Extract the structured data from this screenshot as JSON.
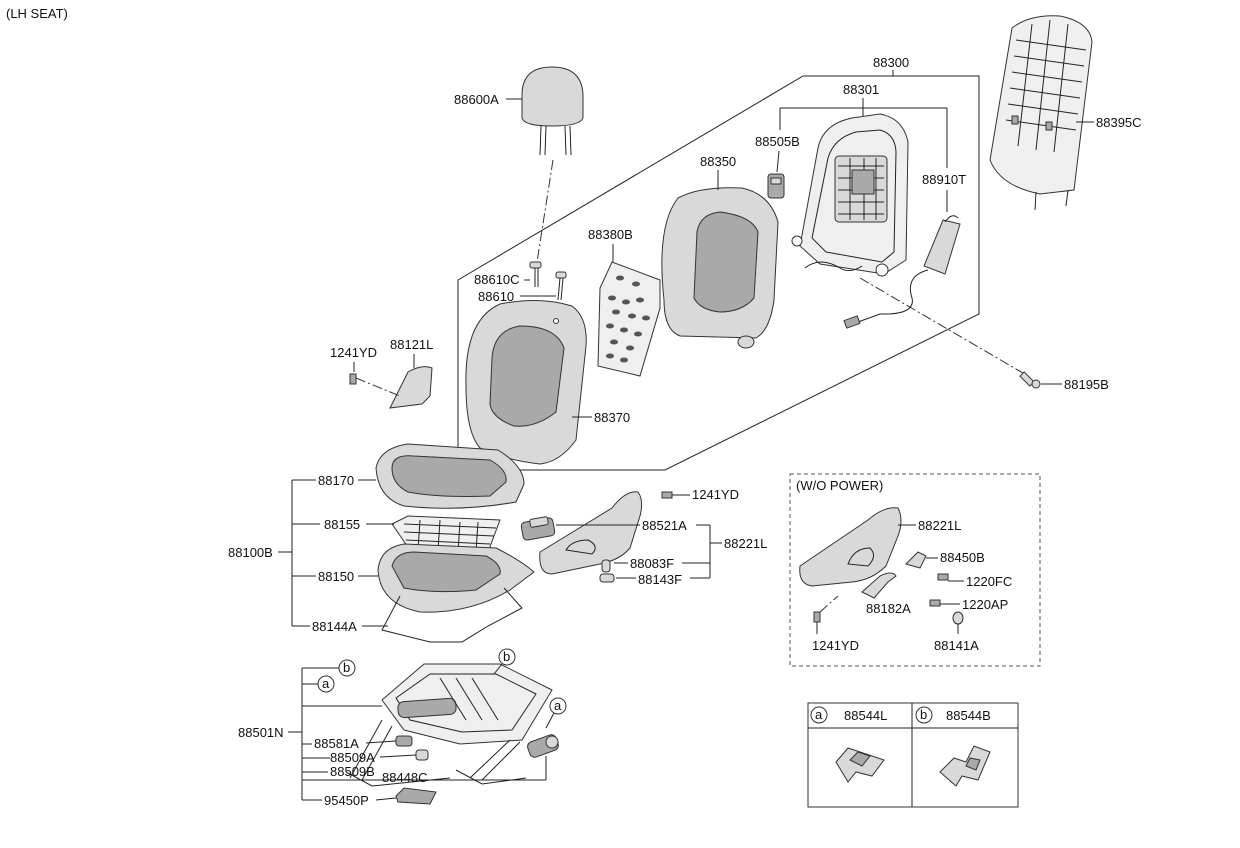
{
  "header": "(LH SEAT)",
  "labels": {
    "p88600A": "88600A",
    "p88300": "88300",
    "p88301": "88301",
    "p88505B": "88505B",
    "p88350": "88350",
    "p88910T": "88910T",
    "p88395C": "88395C",
    "p88380B": "88380B",
    "p88610C": "88610C",
    "p88610": "88610",
    "p1241YD_a": "1241YD",
    "p88121L": "88121L",
    "p88370": "88370",
    "p88195B": "88195B",
    "p88170": "88170",
    "p88155": "88155",
    "p88100B": "88100B",
    "p88150": "88150",
    "p88144A": "88144A",
    "p1241YD_b": "1241YD",
    "p88521A": "88521A",
    "p88221L": "88221L",
    "p88083F": "88083F",
    "p88143F": "88143F",
    "p88501N": "88501N",
    "p88581A": "88581A",
    "p88509A": "88509A",
    "p88509B": "88509B",
    "p88448C": "88448C",
    "p95450P": "95450P"
  },
  "callouts": {
    "a": "a",
    "b": "b"
  },
  "wo_power": {
    "title": "(W/O POWER)",
    "p88221L": "88221L",
    "p88450B": "88450B",
    "p1220FC": "1220FC",
    "p88182A": "88182A",
    "p1220AP": "1220AP",
    "p1241YD": "1241YD",
    "p88141A": "88141A"
  },
  "legend": [
    {
      "letter": "a",
      "part": "88544L"
    },
    {
      "letter": "b",
      "part": "88544B"
    }
  ]
}
